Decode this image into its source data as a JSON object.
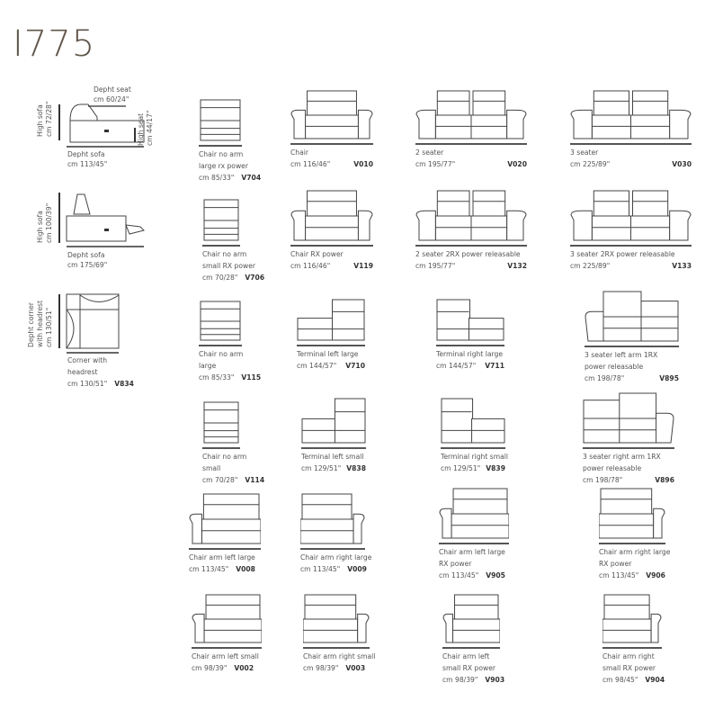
{
  "title": "I775",
  "dimensions": {
    "sofa_side": {
      "high_sofa": [
        "High sofa",
        "cm 72/28\""
      ],
      "depth_seat": [
        "Depht seat",
        "cm 60/24\""
      ],
      "high_seat": [
        "High seat",
        "cm 44/17\""
      ],
      "depth_sofa": [
        "Depht sofa",
        "cm 113/45\""
      ]
    },
    "recliner_side": {
      "high_sofa": [
        "High sofa",
        "cm 100/39\""
      ],
      "depth_sofa": [
        "Depht sofa",
        "cm 175/69\""
      ]
    },
    "corner": {
      "depth_corner": [
        "Depht corner",
        "with headrest",
        "cm 130/51\""
      ],
      "name": [
        "Corner with",
        "headrest"
      ],
      "dim": "cm 130/51\"",
      "code": "V834"
    }
  },
  "items": [
    {
      "name": [
        "Chair no arm",
        "large rx power"
      ],
      "dim": "cm 85/33\"",
      "code": "V704"
    },
    {
      "name": [
        "Chair"
      ],
      "dim": "cm 116/46\"",
      "code": "V010"
    },
    {
      "name": [
        "2 seater"
      ],
      "dim": "cm 195/77\"",
      "code": "V020"
    },
    {
      "name": [
        "3 seater"
      ],
      "dim": "cm 225/89\"",
      "code": "V030"
    },
    {
      "name": [
        "Chair no arm",
        "small RX power"
      ],
      "dim": "cm 70/28\"",
      "code": "V706"
    },
    {
      "name": [
        "Chair RX power"
      ],
      "dim": "cm 116/46\"",
      "code": "V119"
    },
    {
      "name": [
        "2 seater 2RX power releasable"
      ],
      "dim": "cm 195/77\"",
      "code": "V132"
    },
    {
      "name": [
        "3 seater 2RX power releasable"
      ],
      "dim": "cm 225/89\"",
      "code": "V133"
    },
    {
      "name": [
        "Chair no arm",
        "large"
      ],
      "dim": "cm 85/33\"",
      "code": "V115"
    },
    {
      "name": [
        "Terminal left large"
      ],
      "dim": "cm 144/57\"",
      "code": "V710"
    },
    {
      "name": [
        "Terminal right large"
      ],
      "dim": "cm 144/57\"",
      "code": "V711"
    },
    {
      "name": [
        "3 seater left arm 1RX",
        "power releasable"
      ],
      "dim": "cm 198/78\"",
      "code": "V895"
    },
    {
      "name": [
        "Chair no arm",
        "small"
      ],
      "dim": "cm 70/28\"",
      "code": "V114"
    },
    {
      "name": [
        "Terminal left small"
      ],
      "dim": "cm 129/51\"",
      "code": "V838"
    },
    {
      "name": [
        "Terminal right small"
      ],
      "dim": "cm 129/51\"",
      "code": "V839"
    },
    {
      "name": [
        "3 seater right arm 1RX",
        "power releasable"
      ],
      "dim": "cm 198/78\"",
      "code": "V896"
    },
    {
      "name": [
        "Chair arm left large"
      ],
      "dim": "cm 113/45\"",
      "code": "V008"
    },
    {
      "name": [
        "Chair arm right large"
      ],
      "dim": "cm 113/45\"",
      "code": "V009"
    },
    {
      "name": [
        "Chair arm left large",
        "RX power"
      ],
      "dim": "cm 113/45\"",
      "code": "V905"
    },
    {
      "name": [
        "Chair arm right large",
        "RX power"
      ],
      "dim": "cm 113/45\"",
      "code": "V906"
    },
    {
      "name": [
        "Chair arm left small"
      ],
      "dim": "cm 98/39\"",
      "code": "V002"
    },
    {
      "name": [
        "Chair arm right small"
      ],
      "dim": "cm 98/39\"",
      "code": "V003"
    },
    {
      "name": [
        "Chair arm left",
        "small RX power"
      ],
      "dim": "cm 98/39\"",
      "code": "V903"
    },
    {
      "name": [
        "Chair arm right",
        "small RX power"
      ],
      "dim": "cm 98/45\"",
      "code": "V904"
    }
  ]
}
